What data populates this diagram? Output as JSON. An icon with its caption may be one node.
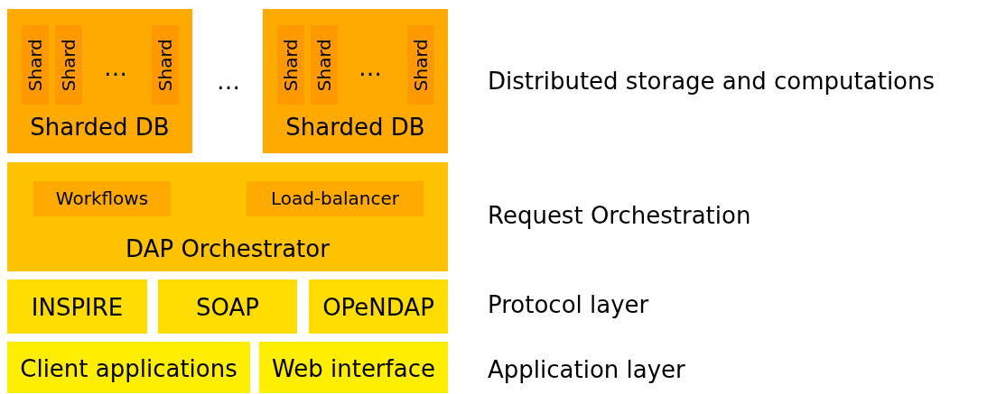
{
  "diagram": {
    "nodes": [
      {
        "text": [
          "Sharded DB"
        ]
      },
      {
        "text": [
          "Shard"
        ],
        "in": 0
      },
      {
        "text": [
          "Shard"
        ],
        "in": 0
      },
      {
        "text": [
          "Shard"
        ],
        "in": 0
      },
      {
        "text": [
          "Sharded DB"
        ]
      },
      {
        "text": [
          "Shard"
        ],
        "in": 4
      },
      {
        "text": [
          "Shard"
        ],
        "in": 4
      },
      {
        "text": [
          "Shard"
        ],
        "in": 4
      },
      {
        "text": [
          "DAP Orchestrator"
        ]
      },
      {
        "text": [
          "Workflows"
        ],
        "in": 8
      },
      {
        "text": [
          "Load-balancer"
        ],
        "in": 8
      },
      {
        "text": [
          "INSPIRE"
        ]
      },
      {
        "text": [
          "SOAP"
        ]
      },
      {
        "text": [
          "OPeNDAP"
        ]
      },
      {
        "text": [
          "Client applications"
        ]
      },
      {
        "text": [
          "Web interface"
        ]
      }
    ],
    "edges": [],
    "labels": [
      "…",
      "…",
      "…",
      "Distributed storage and computations",
      "Request Orchestration",
      "Protocol layer",
      "Application layer"
    ]
  }
}
